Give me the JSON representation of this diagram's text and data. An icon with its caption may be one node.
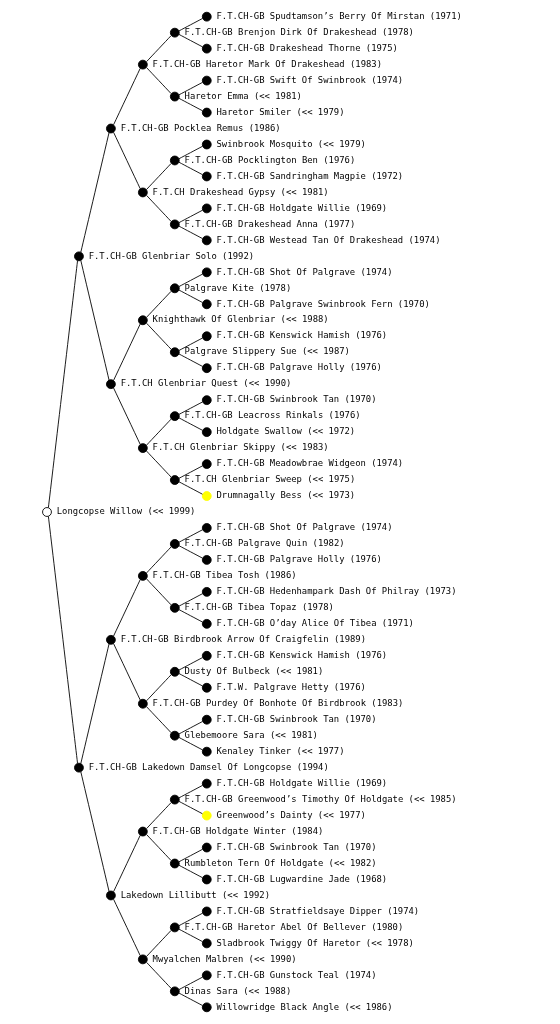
{
  "diagram": {
    "nodes": [
      {
        "text": [],
        "shape": "circle",
        "beside": [
          "F.T.CH-GB Spudtamson’s Berry Of Mirstan (1971)"
        ]
      },
      {
        "text": [],
        "shape": "circle",
        "beside": [
          "F.T.CH-GB Brenjon Dirk Of Drakeshead (1978)"
        ]
      },
      {
        "text": [],
        "shape": "circle",
        "beside": [
          "F.T.CH-GB Drakeshead Thorne (1975)"
        ]
      },
      {
        "text": [],
        "shape": "circle",
        "beside": [
          "F.T.CH-GB Haretor Mark Of Drakeshead (1983)"
        ]
      },
      {
        "text": [],
        "shape": "circle",
        "beside": [
          "F.T.CH-GB Swift Of Swinbrook (1974)"
        ]
      },
      {
        "text": [],
        "shape": "circle",
        "beside": [
          "Haretor Emma (<< 1981)"
        ]
      },
      {
        "text": [],
        "shape": "circle",
        "beside": [
          "Haretor Smiler (<< 1979)"
        ]
      },
      {
        "text": [],
        "shape": "circle",
        "beside": [
          "F.T.CH-GB Pocklea Remus (1986)"
        ]
      },
      {
        "text": [],
        "shape": "circle",
        "beside": [
          "Swinbrook Mosquito (<< 1979)"
        ]
      },
      {
        "text": [],
        "shape": "circle",
        "beside": [
          "F.T.CH-GB Pocklington Ben (1976)"
        ]
      },
      {
        "text": [],
        "shape": "circle",
        "beside": [
          "F.T.CH-GB Sandringham Magpie (1972)"
        ]
      },
      {
        "text": [],
        "shape": "circle",
        "beside": [
          "F.T.CH Drakeshead Gypsy (<< 1981)"
        ]
      },
      {
        "text": [],
        "shape": "circle",
        "beside": [
          "F.T.CH-GB Holdgate Willie (1969)"
        ]
      },
      {
        "text": [],
        "shape": "circle",
        "beside": [
          "F.T.CH-GB Drakeshead Anna (1977)"
        ]
      },
      {
        "text": [],
        "shape": "circle",
        "beside": [
          "F.T.CH-GB Westead Tan Of Drakeshead (1974)"
        ]
      },
      {
        "text": [],
        "shape": "circle",
        "beside": [
          "F.T.CH-GB Glenbriar Solo (1992)"
        ]
      },
      {
        "text": [],
        "shape": "circle",
        "beside": [
          "F.T.CH-GB Shot Of Palgrave (1974)"
        ]
      },
      {
        "text": [],
        "shape": "circle",
        "beside": [
          "Palgrave Kite (1978)"
        ]
      },
      {
        "text": [],
        "shape": "circle",
        "beside": [
          "F.T.CH-GB Palgrave Swinbrook Fern (1970)"
        ]
      },
      {
        "text": [],
        "shape": "circle",
        "beside": [
          "Knighthawk Of Glenbriar (<< 1988)"
        ]
      },
      {
        "text": [],
        "shape": "circle",
        "beside": [
          "F.T.CH-GB Kenswick Hamish (1976)"
        ]
      },
      {
        "text": [],
        "shape": "circle",
        "beside": [
          "Palgrave Slippery Sue (<< 1987)"
        ]
      },
      {
        "text": [],
        "shape": "circle",
        "beside": [
          "F.T.CH-GB Palgrave Holly (1976)"
        ]
      },
      {
        "text": [],
        "shape": "circle",
        "beside": [
          "F.T.CH Glenbriar Quest (<< 1990)"
        ]
      },
      {
        "text": [],
        "shape": "circle",
        "beside": [
          "F.T.CH-GB Swinbrook Tan (1970)"
        ]
      },
      {
        "text": [],
        "shape": "circle",
        "beside": [
          "F.T.CH-GB Leacross Rinkals (1976)"
        ]
      },
      {
        "text": [],
        "shape": "circle",
        "beside": [
          "Holdgate Swallow (<< 1972)"
        ]
      },
      {
        "text": [],
        "shape": "circle",
        "beside": [
          "F.T.CH Glenbriar Skippy (<< 1983)"
        ]
      },
      {
        "text": [],
        "shape": "circle",
        "beside": [
          "F.T.CH-GB Meadowbrae Widgeon (1974)"
        ]
      },
      {
        "text": [],
        "shape": "circle",
        "beside": [
          "F.T.CH Glenbriar Sweep (<< 1975)"
        ]
      },
      {
        "text": [],
        "shape": "circle",
        "beside": [
          "Drumnagally Bess (<< 1973)"
        ]
      },
      {
        "text": [],
        "shape": "circle",
        "beside": [
          "Longcopse Willow (<< 1999)"
        ]
      },
      {
        "text": [],
        "shape": "circle",
        "beside": [
          "F.T.CH-GB Shot Of Palgrave (1974)"
        ]
      },
      {
        "text": [],
        "shape": "circle",
        "beside": [
          "F.T.CH-GB Palgrave Quin (1982)"
        ]
      },
      {
        "text": [],
        "shape": "circle",
        "beside": [
          "F.T.CH-GB Palgrave Holly (1976)"
        ]
      },
      {
        "text": [],
        "shape": "circle",
        "beside": [
          "F.T.CH-GB Tibea Tosh (1986)"
        ]
      },
      {
        "text": [],
        "shape": "circle",
        "beside": [
          "F.T.CH-GB Hedenhampark Dash Of Philray (1973)"
        ]
      },
      {
        "text": [],
        "shape": "circle",
        "beside": [
          "F.T.CH-GB Tibea Topaz (1978)"
        ]
      },
      {
        "text": [],
        "shape": "circle",
        "beside": [
          "F.T.CH-GB O’day Alice Of Tibea (1971)"
        ]
      },
      {
        "text": [],
        "shape": "circle",
        "beside": [
          "F.T.CH-GB Birdbrook Arrow Of Craigfelin (1989)"
        ]
      },
      {
        "text": [],
        "shape": "circle",
        "beside": [
          "F.T.CH-GB Kenswick Hamish (1976)"
        ]
      },
      {
        "text": [],
        "shape": "circle",
        "beside": [
          "Dusty Of Bulbeck (<< 1981)"
        ]
      },
      {
        "text": [],
        "shape": "circle",
        "beside": [
          "F.T.W. Palgrave Hetty (1976)"
        ]
      },
      {
        "text": [],
        "shape": "circle",
        "beside": [
          "F.T.CH-GB Purdey Of Bonhote Of Birdbrook (1983)"
        ]
      },
      {
        "text": [],
        "shape": "circle",
        "beside": [
          "F.T.CH-GB Swinbrook Tan (1970)"
        ]
      },
      {
        "text": [],
        "shape": "circle",
        "beside": [
          "Glebemoore Sara (<< 1981)"
        ]
      },
      {
        "text": [],
        "shape": "circle",
        "beside": [
          "Kenaley Tinker (<< 1977)"
        ]
      },
      {
        "text": [],
        "shape": "circle",
        "beside": [
          "F.T.CH-GB Lakedown Damsel Of Longcopse (1994)"
        ]
      },
      {
        "text": [],
        "shape": "circle",
        "beside": [
          "F.T.CH-GB Holdgate Willie (1969)"
        ]
      },
      {
        "text": [],
        "shape": "circle",
        "beside": [
          "F.T.CH-GB Greenwood’s Timothy Of Holdgate (<< 1985)"
        ]
      },
      {
        "text": [],
        "shape": "circle",
        "beside": [
          "Greenwood’s Dainty (<< 1977)"
        ]
      },
      {
        "text": [],
        "shape": "circle",
        "beside": [
          "F.T.CH-GB Holdgate Winter (1984)"
        ]
      },
      {
        "text": [],
        "shape": "circle",
        "beside": [
          "F.T.CH-GB Swinbrook Tan (1970)"
        ]
      },
      {
        "text": [],
        "shape": "circle",
        "beside": [
          "Rumbleton Tern Of Holdgate (<< 1982)"
        ]
      },
      {
        "text": [],
        "shape": "circle",
        "beside": [
          "F.T.CH-GB Lugwardine Jade (1968)"
        ]
      },
      {
        "text": [],
        "shape": "circle",
        "beside": [
          "Lakedown Lillibutt (<< 1992)"
        ]
      },
      {
        "text": [],
        "shape": "circle",
        "beside": [
          "F.T.CH-GB Stratfieldsaye Dipper (1974)"
        ]
      },
      {
        "text": [],
        "shape": "circle",
        "beside": [
          "F.T.CH-GB Haretor Abel Of Bellever (1980)"
        ]
      },
      {
        "text": [],
        "shape": "circle",
        "beside": [
          "Sladbrook Twiggy Of Haretor (<< 1978)"
        ]
      },
      {
        "text": [],
        "shape": "circle",
        "beside": [
          "Mwyalchen Malbren (<< 1990)"
        ]
      },
      {
        "text": [],
        "shape": "circle",
        "beside": [
          "F.T.CH-GB Gunstock Teal (1974)"
        ]
      },
      {
        "text": [],
        "shape": "circle",
        "beside": [
          "Dinas Sara (<< 1988)"
        ]
      },
      {
        "text": [],
        "shape": "circle",
        "beside": [
          "Willowridge Black Angle (<< 1986)"
        ]
      }
    ],
    "edges": [
      {
        "from": 31,
        "to": 15,
        "arrow": "none"
      },
      {
        "from": 31,
        "to": 47,
        "arrow": "none"
      },
      {
        "from": 15,
        "to": 7,
        "arrow": "none"
      },
      {
        "from": 15,
        "to": 23,
        "arrow": "none"
      },
      {
        "from": 7,
        "to": 3,
        "arrow": "none"
      },
      {
        "from": 7,
        "to": 11,
        "arrow": "none"
      },
      {
        "from": 3,
        "to": 1,
        "arrow": "none"
      },
      {
        "from": 3,
        "to": 5,
        "arrow": "none"
      },
      {
        "from": 1,
        "to": 0,
        "arrow": "none"
      },
      {
        "from": 1,
        "to": 2,
        "arrow": "none"
      },
      {
        "from": 5,
        "to": 4,
        "arrow": "none"
      },
      {
        "from": 5,
        "to": 6,
        "arrow": "none"
      },
      {
        "from": 11,
        "to": 9,
        "arrow": "none"
      },
      {
        "from": 11,
        "to": 13,
        "arrow": "none"
      },
      {
        "from": 9,
        "to": 8,
        "arrow": "none"
      },
      {
        "from": 9,
        "to": 10,
        "arrow": "none"
      },
      {
        "from": 13,
        "to": 12,
        "arrow": "none"
      },
      {
        "from": 13,
        "to": 14,
        "arrow": "none"
      },
      {
        "from": 23,
        "to": 19,
        "arrow": "none"
      },
      {
        "from": 23,
        "to": 27,
        "arrow": "none"
      },
      {
        "from": 19,
        "to": 17,
        "arrow": "none"
      },
      {
        "from": 19,
        "to": 21,
        "arrow": "none"
      },
      {
        "from": 17,
        "to": 16,
        "arrow": "none"
      },
      {
        "from": 17,
        "to": 18,
        "arrow": "none"
      },
      {
        "from": 21,
        "to": 20,
        "arrow": "none"
      },
      {
        "from": 21,
        "to": 22,
        "arrow": "none"
      },
      {
        "from": 27,
        "to": 25,
        "arrow": "none"
      },
      {
        "from": 27,
        "to": 29,
        "arrow": "none"
      },
      {
        "from": 25,
        "to": 24,
        "arrow": "none"
      },
      {
        "from": 25,
        "to": 26,
        "arrow": "none"
      },
      {
        "from": 29,
        "to": 28,
        "arrow": "none"
      },
      {
        "from": 29,
        "to": 30,
        "arrow": "none"
      },
      {
        "from": 47,
        "to": 39,
        "arrow": "none"
      },
      {
        "from": 47,
        "to": 55,
        "arrow": "none"
      },
      {
        "from": 39,
        "to": 35,
        "arrow": "none"
      },
      {
        "from": 39,
        "to": 43,
        "arrow": "none"
      },
      {
        "from": 35,
        "to": 33,
        "arrow": "none"
      },
      {
        "from": 35,
        "to": 37,
        "arrow": "none"
      },
      {
        "from": 33,
        "to": 32,
        "arrow": "none"
      },
      {
        "from": 33,
        "to": 34,
        "arrow": "none"
      },
      {
        "from": 37,
        "to": 36,
        "arrow": "none"
      },
      {
        "from": 37,
        "to": 38,
        "arrow": "none"
      },
      {
        "from": 43,
        "to": 41,
        "arrow": "none"
      },
      {
        "from": 43,
        "to": 45,
        "arrow": "none"
      },
      {
        "from": 41,
        "to": 40,
        "arrow": "none"
      },
      {
        "from": 41,
        "to": 42,
        "arrow": "none"
      },
      {
        "from": 45,
        "to": 44,
        "arrow": "none"
      },
      {
        "from": 45,
        "to": 46,
        "arrow": "none"
      },
      {
        "from": 55,
        "to": 51,
        "arrow": "none"
      },
      {
        "from": 55,
        "to": 59,
        "arrow": "none"
      },
      {
        "from": 51,
        "to": 49,
        "arrow": "none"
      },
      {
        "from": 51,
        "to": 53,
        "arrow": "none"
      },
      {
        "from": 49,
        "to": 48,
        "arrow": "none"
      },
      {
        "from": 49,
        "to": 50,
        "arrow": "none"
      },
      {
        "from": 53,
        "to": 52,
        "arrow": "none"
      },
      {
        "from": 53,
        "to": 54,
        "arrow": "none"
      },
      {
        "from": 59,
        "to": 57,
        "arrow": "none"
      },
      {
        "from": 59,
        "to": 61,
        "arrow": "none"
      },
      {
        "from": 57,
        "to": 56,
        "arrow": "none"
      },
      {
        "from": 57,
        "to": 58,
        "arrow": "none"
      },
      {
        "from": 61,
        "to": 60,
        "arrow": "none"
      },
      {
        "from": 61,
        "to": 62,
        "arrow": "none"
      }
    ]
  }
}
